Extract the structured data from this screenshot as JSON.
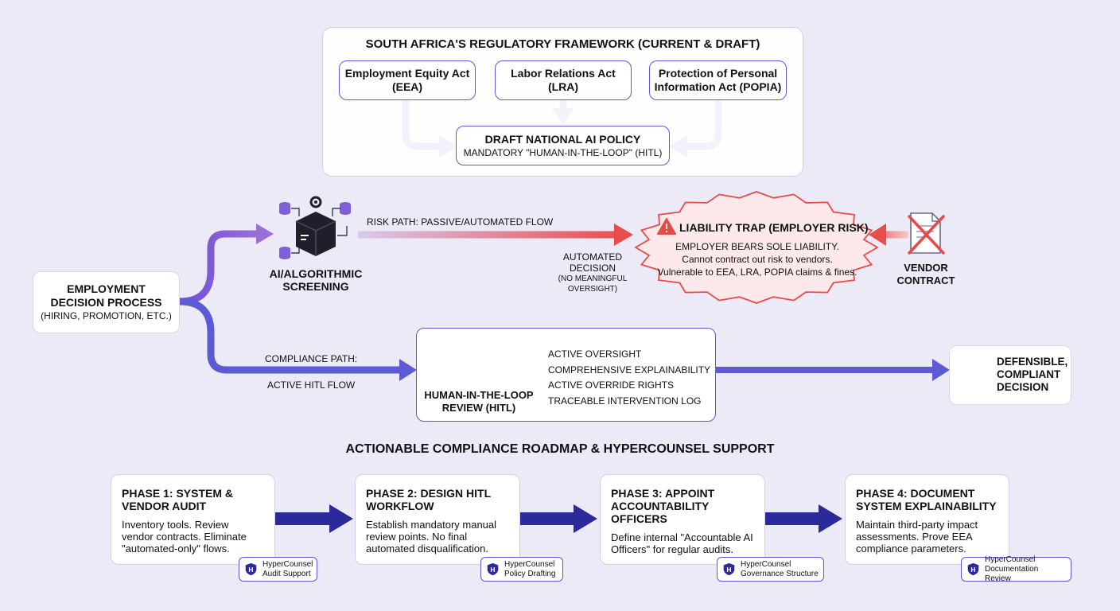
{
  "framework": {
    "title": "SOUTH AFRICA'S REGULATORY FRAMEWORK (CURRENT & DRAFT)",
    "acts": [
      {
        "line1": "Employment Equity Act",
        "line2": "(EEA)"
      },
      {
        "line1": "Labor Relations Act",
        "line2": "(LRA)"
      },
      {
        "line1": "Protection of Personal",
        "line2": "Information Act (POPIA)"
      }
    ],
    "policy": {
      "title": "DRAFT NATIONAL AI POLICY",
      "subtitle": "MANDATORY \"HUMAN-IN-THE-LOOP\" (HITL)"
    }
  },
  "process": {
    "line1": "EMPLOYMENT",
    "line2": "DECISION PROCESS",
    "line3": "(HIRING, PROMOTION, ETC.)"
  },
  "screening": {
    "line1": "AI/ALGORITHMIC",
    "line2": "SCREENING"
  },
  "risk_path": {
    "label": "RISK PATH: PASSIVE/AUTOMATED FLOW",
    "decision_line1": "AUTOMATED",
    "decision_line2": "DECISION",
    "note_line1": "(NO MEANINGFUL",
    "note_line2": "OVERSIGHT)"
  },
  "trap": {
    "title": "LIABILITY TRAP (EMPLOYER RISK)",
    "lines": [
      "EMPLOYER BEARS SOLE LIABILITY.",
      "Cannot contract out risk to vendors.",
      "Vulnerable to EEA, LRA, POPIA claims & fines."
    ]
  },
  "vendor": {
    "line1": "VENDOR",
    "line2": "CONTRACT"
  },
  "compliance_path": {
    "label1": "COMPLIANCE PATH:",
    "label2": "ACTIVE HITL FLOW"
  },
  "hitl": {
    "line1": "HUMAN-IN-THE-LOOP",
    "line2": "REVIEW (HITL)",
    "features": [
      "ACTIVE OVERSIGHT",
      "COMPREHENSIVE EXPLAINABILITY",
      "ACTIVE OVERRIDE RIGHTS",
      "TRACEABLE INTERVENTION LOG"
    ]
  },
  "outcome": {
    "line1": "DEFENSIBLE,",
    "line2": "COMPLIANT",
    "line3": "DECISION"
  },
  "roadmap": {
    "title": "ACTIONABLE COMPLIANCE ROADMAP & HYPERCOUNSEL SUPPORT",
    "phases": [
      {
        "t1": "PHASE 1: SYSTEM &",
        "t2": "VENDOR AUDIT",
        "b1": "Inventory tools. Review",
        "b2": "vendor contracts. Eliminate",
        "b3": "\"automated-only\" flows.",
        "tag1": "HyperCounsel",
        "tag2": "Audit Support"
      },
      {
        "t1": "PHASE 2: DESIGN HITL",
        "t2": "WORKFLOW",
        "b1": "Establish mandatory manual",
        "b2": "review points. No final",
        "b3": "automated disqualification.",
        "tag1": "HyperCounsel",
        "tag2": "Policy Drafting"
      },
      {
        "t1": "PHASE 3: APPOINT",
        "t2": "ACCOUNTABILITY OFFICERS",
        "b1": "Define internal \"Accountable AI",
        "b2": "Officers\" for regular audits.",
        "b3": "",
        "tag1": "HyperCounsel",
        "tag2": "Governance Structure"
      },
      {
        "t1": "PHASE 4: DOCUMENT",
        "t2": "SYSTEM EXPLAINABILITY",
        "b1": "Maintain third-party impact",
        "b2": "assessments. Prove EEA",
        "b3": "compliance parameters.",
        "tag1": "HyperCounsel",
        "tag2": "Documentation Review"
      }
    ]
  },
  "colors": {
    "accent": "#5b5bd6",
    "risk": "#e84a4a",
    "navy": "#2a2a9a",
    "trap_bg": "#fdeaea"
  }
}
